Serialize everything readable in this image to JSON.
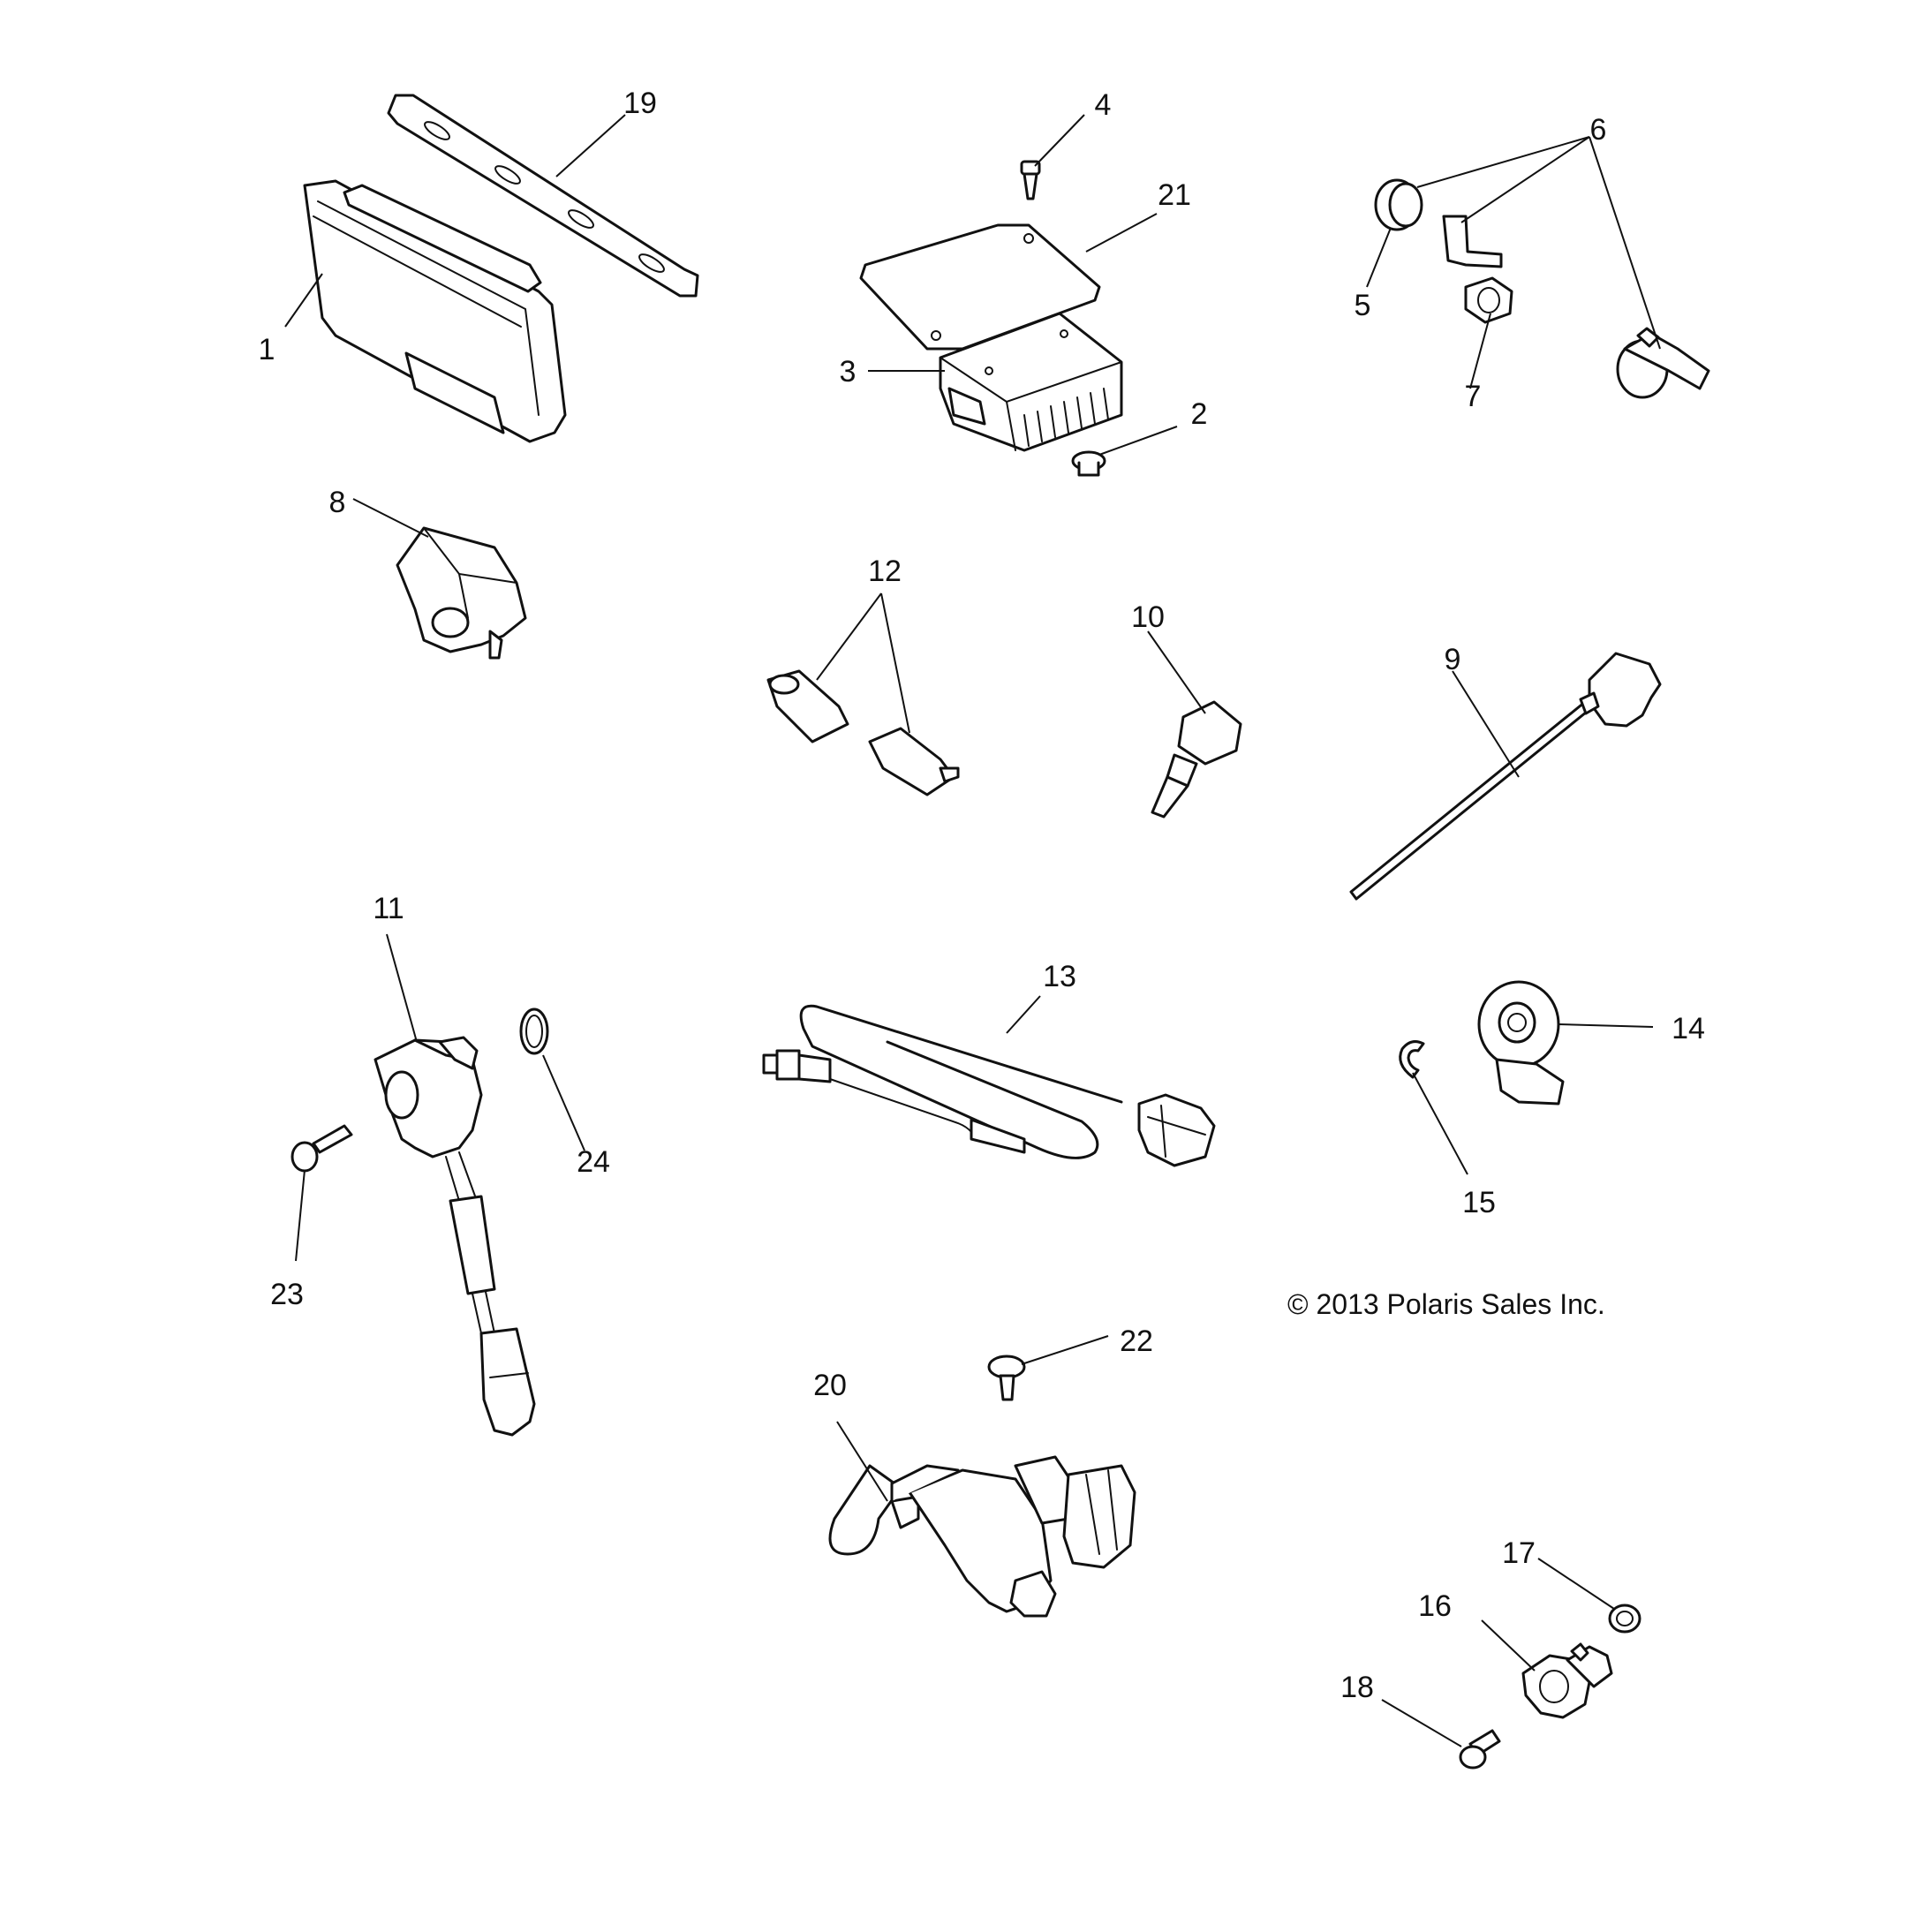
{
  "diagram": {
    "copyright": "© 2013 Polaris Sales Inc.",
    "callouts": {
      "c1": "1",
      "c2": "2",
      "c3": "3",
      "c4": "4",
      "c5": "5",
      "c6": "6",
      "c7": "7",
      "c8": "8",
      "c9": "9",
      "c10": "10",
      "c11": "11",
      "c12": "12",
      "c13": "13",
      "c14": "14",
      "c15": "15",
      "c16": "16",
      "c17": "17",
      "c18": "18",
      "c19": "19",
      "c20": "20",
      "c21": "21",
      "c22": "22",
      "c23": "23",
      "c24": "24"
    }
  }
}
